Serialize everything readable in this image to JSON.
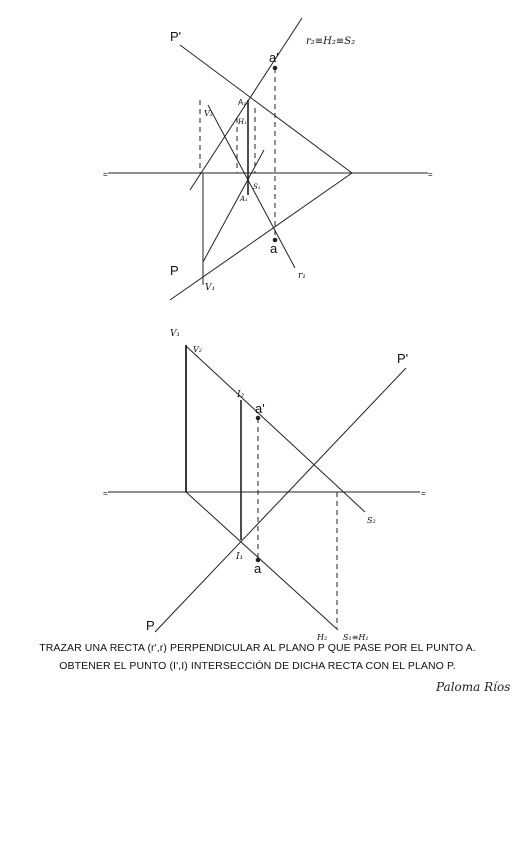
{
  "figure_top": {
    "labels": {
      "P_prime": "P'",
      "P": "P",
      "a_prime": "a'",
      "a": "a",
      "r2_label": "r₂≡H₂≡S₂",
      "A2": "A₂",
      "A1": "A₁",
      "H1": "H₁",
      "S1": "S₁",
      "V2": "V₂",
      "Va": "V₁",
      "r1": "r₁",
      "tick_left": "=",
      "tick_right": "="
    }
  },
  "figure_bottom": {
    "labels": {
      "P_prime": "P'",
      "P": "P",
      "a_prime": "a'",
      "a": "a",
      "V1": "V₁",
      "V2": "V₂",
      "I2": "I₂",
      "I1": "I₁",
      "S2": "S₂",
      "H2": "H₂",
      "S1H1": "S₁≡H₁",
      "tick_left": "=",
      "tick_right": "="
    }
  },
  "caption": {
    "line1": "TRAZAR UNA RECTA (r',r) PERPENDICULAR AL PLANO P QUE PASE POR EL PUNTO A.",
    "line2": "OBTENER EL PUNTO (I',I) INTERSECCIÓN DE DICHA RECTA CON EL PLANO P."
  },
  "signature": "Paloma Ríos"
}
